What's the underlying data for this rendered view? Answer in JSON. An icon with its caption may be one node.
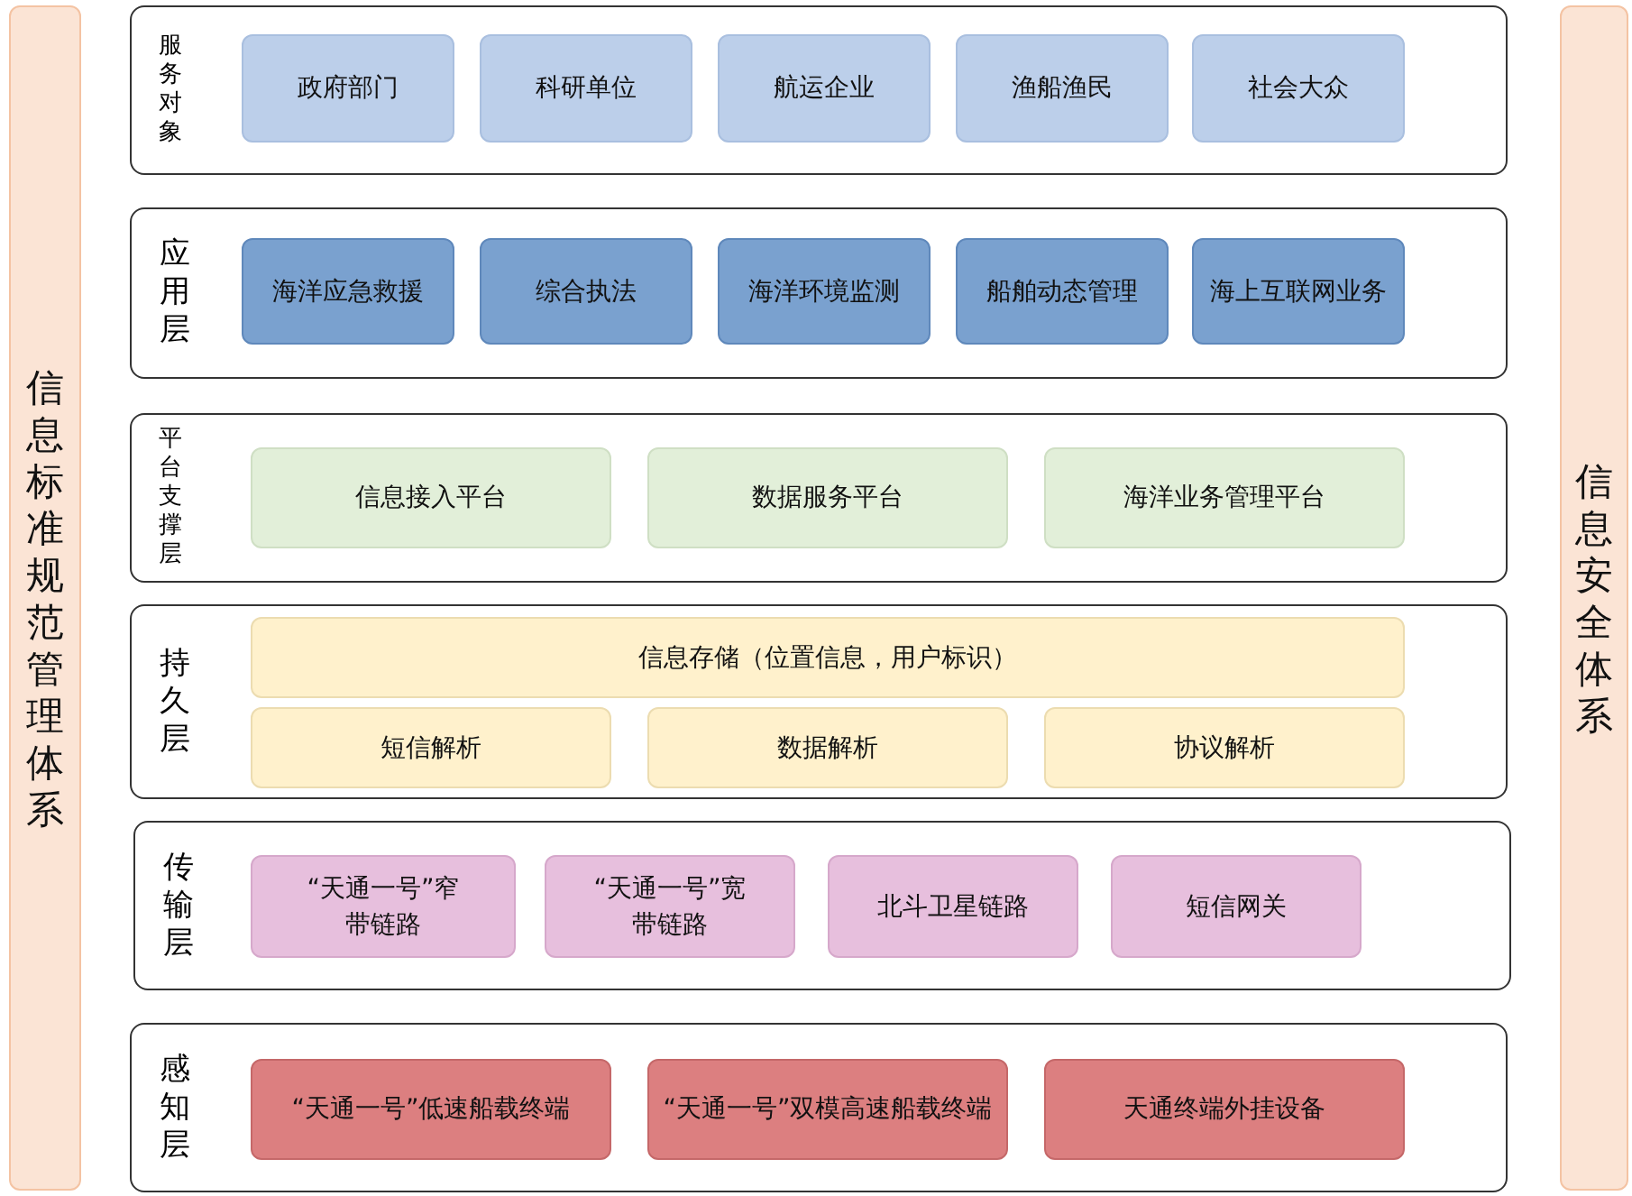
{
  "diagram": {
    "nodes": [
      {
        "text": [
          "信息标准规范管理体系"
        ]
      },
      {
        "text": [
          "服务对象"
        ]
      },
      {
        "text": [
          "政府部门"
        ],
        "in": 1
      },
      {
        "text": [
          "科研单位"
        ],
        "in": 1
      },
      {
        "text": [
          "航运企业"
        ],
        "in": 1
      },
      {
        "text": [
          "渔船渔民"
        ],
        "in": 1
      },
      {
        "text": [
          "社会大众"
        ],
        "in": 1
      },
      {
        "text": [
          "应用层"
        ]
      },
      {
        "text": [
          "海洋应急救援"
        ],
        "in": 7
      },
      {
        "text": [
          "综合执法"
        ],
        "in": 7
      },
      {
        "text": [
          "海洋环境监测"
        ],
        "in": 7
      },
      {
        "text": [
          "船舶动态管理"
        ],
        "in": 7
      },
      {
        "text": [
          "海上互联网业务"
        ],
        "in": 7
      },
      {
        "text": [
          "平台支撑层"
        ]
      },
      {
        "text": [
          "信息接入平台"
        ],
        "in": 13
      },
      {
        "text": [
          "数据服务平台"
        ],
        "in": 13
      },
      {
        "text": [
          "海洋业务管理平台"
        ],
        "in": 13
      },
      {
        "text": [
          "持久层"
        ]
      },
      {
        "text": [
          "信息存储（位置信息，用户标识）"
        ],
        "in": 17
      },
      {
        "text": [
          "短信解析"
        ],
        "in": 17
      },
      {
        "text": [
          "数据解析"
        ],
        "in": 17
      },
      {
        "text": [
          "协议解析"
        ],
        "in": 17
      },
      {
        "text": [
          "传输层"
        ]
      },
      {
        "text": [
          "“天通一号”窄带链路"
        ],
        "in": 22
      },
      {
        "text": [
          "“天通一号”宽带链路"
        ],
        "in": 22
      },
      {
        "text": [
          "北斗卫星链路"
        ],
        "in": 22
      },
      {
        "text": [
          "短信网关"
        ],
        "in": 22
      },
      {
        "text": [
          "感知层"
        ]
      },
      {
        "text": [
          "“天通一号”低速船载终端"
        ],
        "in": 27
      },
      {
        "text": [
          "“天通一号”双模高速船载终端"
        ],
        "in": 27
      },
      {
        "text": [
          "天通终端外挂设备"
        ],
        "in": 27
      },
      {
        "text": [
          "信息安全体系"
        ]
      }
    ]
  }
}
